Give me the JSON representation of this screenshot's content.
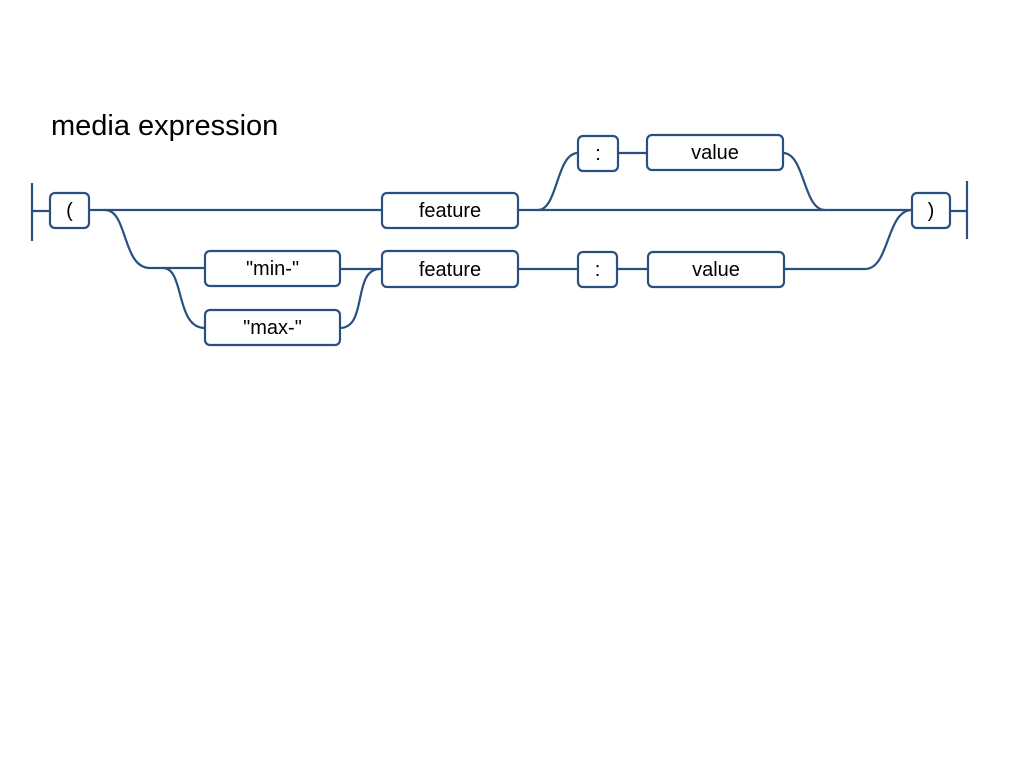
{
  "title": "media expression",
  "colors": {
    "line": "#2a5080",
    "box_fill": "#ffffff",
    "text": "#000000"
  },
  "nodes": {
    "open_paren": "(",
    "close_paren": ")",
    "feature_main": "feature",
    "colon_optional": ":",
    "value_optional": "value",
    "prefix_min": "\"min-\"",
    "prefix_max": "\"max-\"",
    "feature_ranged": "feature",
    "colon_ranged": ":",
    "value_ranged": "value"
  }
}
